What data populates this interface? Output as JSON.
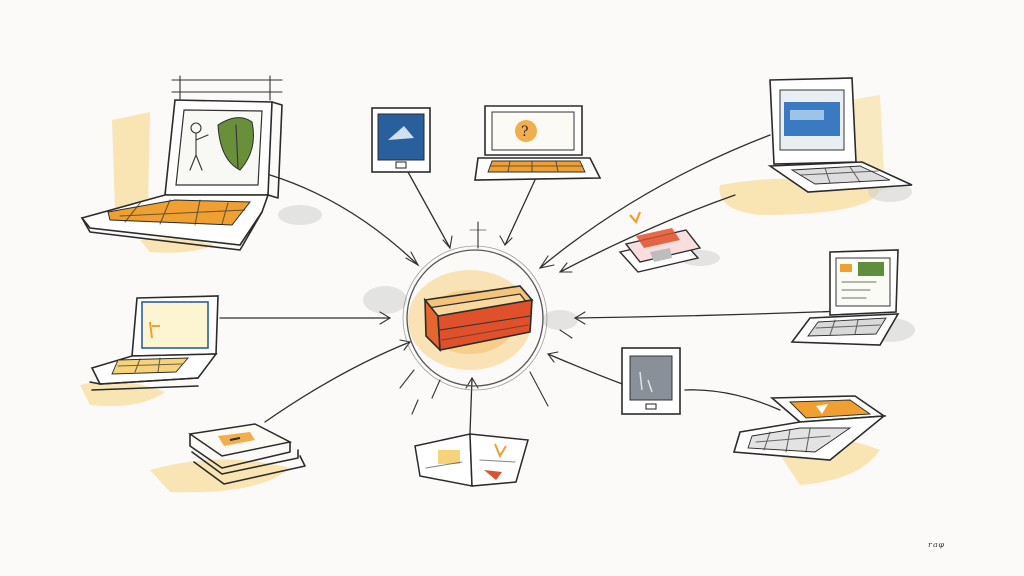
{
  "diagram": {
    "hub": {
      "label": "",
      "icon": "central-database-box-icon"
    },
    "nodes": [
      {
        "id": "laptop-large-left",
        "icon": "laptop-icon",
        "screen_content": "person-and-plant-illustration"
      },
      {
        "id": "tablet-blue",
        "icon": "tablet-icon"
      },
      {
        "id": "laptop-top-center",
        "icon": "laptop-icon",
        "screen_content": "question-mark"
      },
      {
        "id": "laptop-top-right",
        "icon": "laptop-icon",
        "screen_content": "blue-web-page"
      },
      {
        "id": "card-stack",
        "icon": "credit-card-stack-icon"
      },
      {
        "id": "laptop-mid-right",
        "icon": "laptop-icon",
        "screen_content": "document-page"
      },
      {
        "id": "laptop-mid-left",
        "icon": "laptop-icon",
        "screen_content": "yellow-page"
      },
      {
        "id": "book-stack",
        "icon": "book-stack-icon"
      },
      {
        "id": "open-book",
        "icon": "open-book-icon"
      },
      {
        "id": "ereader",
        "icon": "ereader-icon"
      },
      {
        "id": "laptop-bottom-right",
        "icon": "laptop-icon",
        "screen_content": "orange-page"
      }
    ],
    "connection_count": 11
  },
  "signature": "ʳᵃᵠ",
  "colors": {
    "ink": "#2b2b2b",
    "accent_orange": "#f0a030",
    "accent_yellow": "#f6d37a",
    "accent_red": "#e0502a",
    "accent_blue": "#2a5f9e",
    "paper": "#fbfaf8"
  }
}
